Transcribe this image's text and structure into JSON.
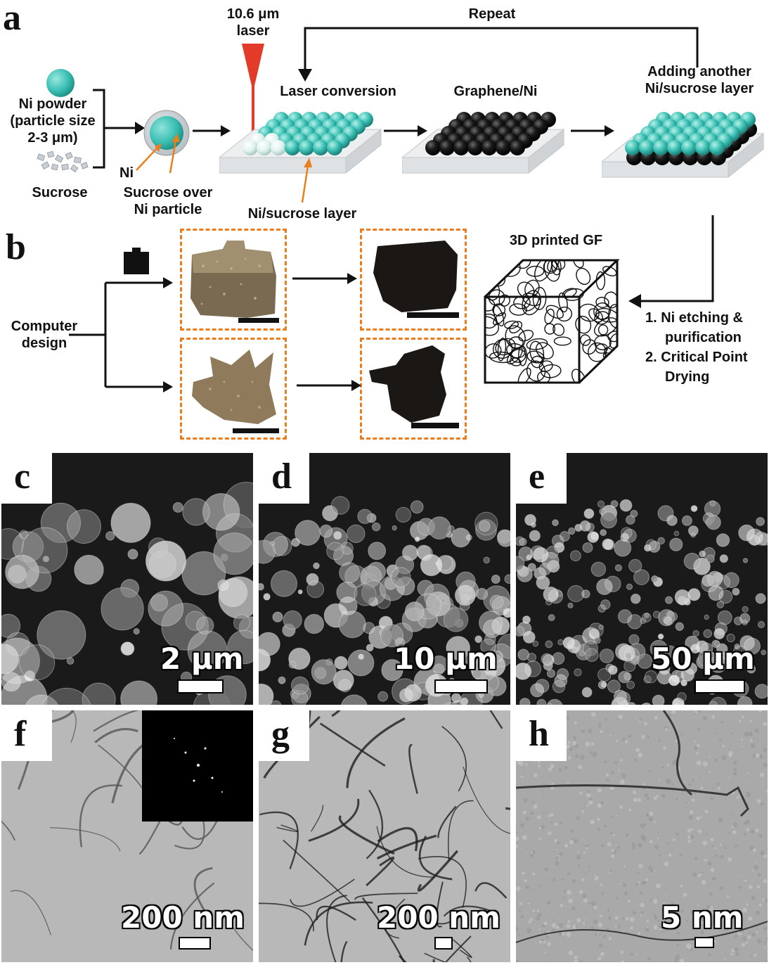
{
  "panel_a": {
    "letter": "a",
    "ni_powder_label": [
      "Ni powder",
      "(particle size",
      "2-3 μm)"
    ],
    "sucrose_label": "Sucrose",
    "ni_label": "Ni",
    "sucrose_over_ni_label": [
      "Sucrose over",
      "Ni particle"
    ],
    "laser_label": [
      "10.6 μm",
      "laser"
    ],
    "laser_conversion_label": "Laser conversion",
    "ni_sucrose_layer_label": "Ni/sucrose layer",
    "graphene_ni_label": "Graphene/Ni",
    "adding_layer_label": [
      "Adding another",
      "Ni/sucrose layer"
    ],
    "repeat_label": "Repeat"
  },
  "panel_b": {
    "letter": "b",
    "computer_design_label": [
      "Computer",
      "design"
    ],
    "printed_gf_label": "3D printed GF",
    "steps": [
      "1. Ni etching &",
      "purification",
      "2. Critical Point",
      "Drying"
    ]
  },
  "micrographs": [
    {
      "letter": "c",
      "scale": "2 μm"
    },
    {
      "letter": "d",
      "scale": "10 μm"
    },
    {
      "letter": "e",
      "scale": "50 μm"
    },
    {
      "letter": "f",
      "scale": "200 nm"
    },
    {
      "letter": "g",
      "scale": "200 nm"
    },
    {
      "letter": "h",
      "scale": "5 nm"
    }
  ],
  "colors": {
    "ni_particle": "#3cc0b4",
    "laser": "#e33b2a",
    "orange_arrow": "#e8801f",
    "frame": "#e87d1f",
    "graphene": "#111111"
  }
}
